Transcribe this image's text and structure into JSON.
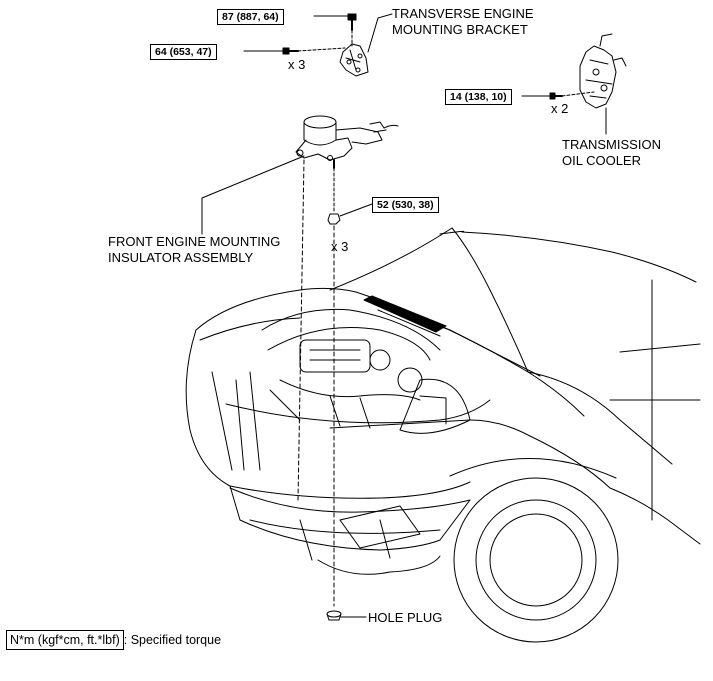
{
  "callouts": {
    "transverse_bracket": "TRANSVERSE ENGINE\nMOUNTING BRACKET",
    "transmission_cooler": "TRANSMISSION\nOIL COOLER",
    "front_insulator": "FRONT ENGINE MOUNTING\nINSULATOR ASSEMBLY",
    "hole_plug": "HOLE PLUG"
  },
  "torques": {
    "bracket_top_bolt": "87 (887, 64)",
    "bracket_side_bolts": "64 (653, 47)",
    "cooler_bolts": "14 (138, 10)",
    "insulator_nuts": "52 (530, 38)"
  },
  "quantities": {
    "bracket_side_bolts": "x 3",
    "cooler_bolts": "x 2",
    "insulator_nuts": "x 3"
  },
  "legend": {
    "unit": "N*m (kgf*cm, ft.*lbf)",
    "description": ": Specified torque"
  }
}
